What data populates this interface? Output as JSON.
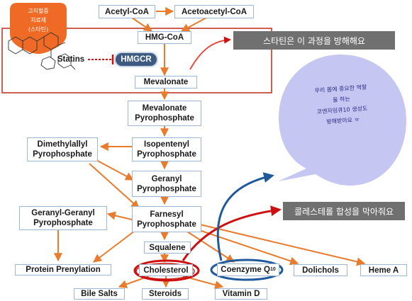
{
  "nodes": {
    "acetyl_coa": "Acetyl-CoA",
    "acetoacetyl_coa": "Acetoacetyl-CoA",
    "hmg_coa": "HMG-CoA",
    "statins": "Statins",
    "hmgcr": "HMGCR",
    "mevalonate": "Mevalonate",
    "mevalonate_pp": "Mevalonate\nPyrophosphate",
    "dimethylallyl_pp": "Dimethylallyl\nPyrophosphate",
    "isopentenyl_pp": "Isopentenyl\nPyrophosphate",
    "geranyl_pp": "Geranyl\nPyrophosphate",
    "geranylgeranyl_pp": "Geranyl-Geranyl\nPyrophosphate",
    "farnesyl_pp": "Farnesyl\nPyrophosphate",
    "squalene": "Squalene",
    "protein_prenylation": "Protein Prenylation",
    "cholesterol": "Cholesterol",
    "coenzyme_q": "Coenzyme Q",
    "coenzyme_q_sub": "10",
    "dolichols": "Dolichols",
    "heme_a": "Heme A",
    "bile_salts": "Bile Salts",
    "steroids": "Steroids",
    "vitamin_d": "Vitamin D"
  },
  "annotations": {
    "statin_badge_lines": [
      "고지혈증",
      "치료제",
      "(스타틴)"
    ],
    "statin_callout": "스타틴은 이 과정을 방해해요",
    "bubble_lines": [
      "우리 몸에 중요한 역할",
      "을 하는",
      "코엔자임큐10 생성도",
      "방해받아요 ㅠ"
    ],
    "cholesterol_callout": "콜레스테롤 합성을 막아줘요"
  },
  "colors": {
    "arrow": "#e87c2c",
    "box_border": "#9eb6cf",
    "highlight_rect": "#c0392b",
    "badge": "#ee6a25",
    "bubble": "#c6c6f2",
    "red_mark": "#cc1111",
    "blue_mark": "#1e5a9c",
    "callout_bg": "#707070",
    "hmgcr_bg": "#3d5a80"
  }
}
